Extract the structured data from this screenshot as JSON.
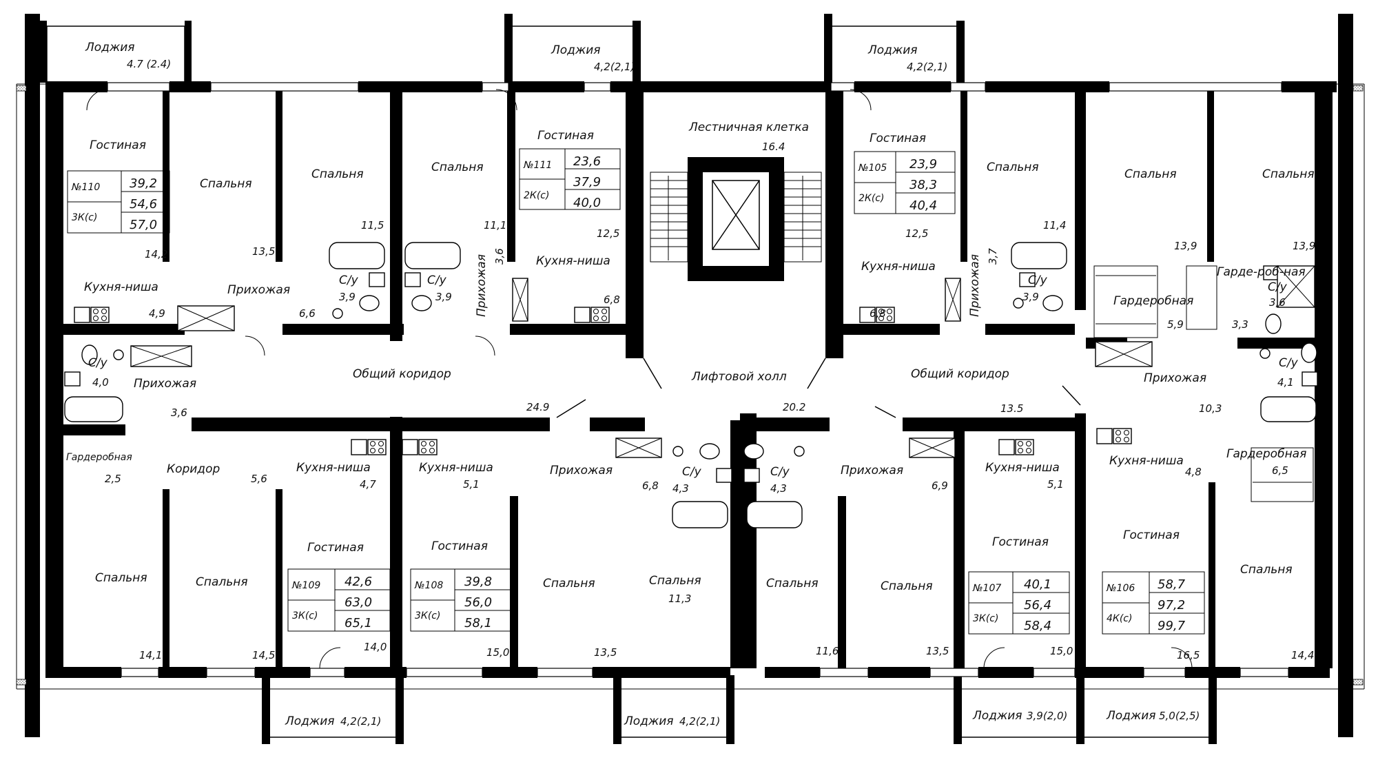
{
  "colors": {
    "wall": "#000000",
    "background": "#ffffff",
    "text": "#111111"
  },
  "apartments": [
    {
      "number": "№110",
      "type": "3К(с)",
      "living": "39,2",
      "total": "54,6",
      "gross": "57,0"
    },
    {
      "number": "№111",
      "type": "2К(с)",
      "living": "23,6",
      "total": "37,9",
      "gross": "40,0"
    },
    {
      "number": "№105",
      "type": "2К(с)",
      "living": "23,9",
      "total": "38,3",
      "gross": "40,4"
    },
    {
      "number": "№109",
      "type": "3К(с)",
      "living": "42,6",
      "total": "63,0",
      "gross": "65,1"
    },
    {
      "number": "№108",
      "type": "3К(с)",
      "living": "39,8",
      "total": "56,0",
      "gross": "58,1"
    },
    {
      "number": "№107",
      "type": "3К(с)",
      "living": "40,1",
      "total": "56,4",
      "gross": "58,4"
    },
    {
      "number": "№106",
      "type": "4К(с)",
      "living": "58,7",
      "total": "97,2",
      "gross": "99,7"
    }
  ],
  "rooms": [
    {
      "name": "Лоджия",
      "area": "4.7 (2.4)"
    },
    {
      "name": "Лоджия",
      "area": "4,2(2,1)"
    },
    {
      "name": "Лоджия",
      "area": "4,2(2,1)"
    },
    {
      "name": "Гостиная",
      "area": "14,2"
    },
    {
      "name": "Спальня",
      "area": "13,5"
    },
    {
      "name": "Спальня",
      "area": "11,5"
    },
    {
      "name": "Спальня",
      "area": "11,1"
    },
    {
      "name": "Гостиная",
      "area": "12,5"
    },
    {
      "name": "Лестничная клетка",
      "area": "16.4"
    },
    {
      "name": "Гостиная",
      "area": "12,5"
    },
    {
      "name": "Спальня",
      "area": "11,4"
    },
    {
      "name": "Спальня",
      "area": "13,9"
    },
    {
      "name": "Спальня",
      "area": "13,9"
    },
    {
      "name": "Кухня-ниша",
      "area": "4,9"
    },
    {
      "name": "Прихожая",
      "area": "6,6"
    },
    {
      "name": "С/у",
      "area": "3,9"
    },
    {
      "name": "С/у",
      "area": "3,9"
    },
    {
      "name": "Прихожая",
      "area": "3,6"
    },
    {
      "name": "Кухня-ниша",
      "area": "6,8"
    },
    {
      "name": "Кухня-ниша",
      "area": "6,8"
    },
    {
      "name": "Прихожая",
      "area": "3,7"
    },
    {
      "name": "С/у",
      "area": "3,9"
    },
    {
      "name": "Гардеробная",
      "area": "5,9"
    },
    {
      "name": "Гарде-роб-ная",
      "area": "3,3"
    },
    {
      "name": "С/у",
      "area": "3,6"
    },
    {
      "name": "С/у",
      "area": "4,0"
    },
    {
      "name": "Прихожая",
      "area": "3,6"
    },
    {
      "name": "Общий коридор",
      "area": "24.9"
    },
    {
      "name": "Лифтовой холл",
      "area": "20.2"
    },
    {
      "name": "Общий коридор",
      "area": "13.5"
    },
    {
      "name": "Прихожая",
      "area": "10,3"
    },
    {
      "name": "С/у",
      "area": "4,1"
    },
    {
      "name": "Гардеробная",
      "area": "2,5"
    },
    {
      "name": "Коридор",
      "area": "5,6"
    },
    {
      "name": "Кухня-ниша",
      "area": "4,7"
    },
    {
      "name": "Кухня-ниша",
      "area": "5,1"
    },
    {
      "name": "Прихожая",
      "area": "6,8"
    },
    {
      "name": "С/у",
      "area": "4,3"
    },
    {
      "name": "С/у",
      "area": "4,3"
    },
    {
      "name": "Прихожая",
      "area": "6,9"
    },
    {
      "name": "Кухня-ниша",
      "area": "5,1"
    },
    {
      "name": "Кухня-ниша",
      "area": "4,8"
    },
    {
      "name": "Гардеробная",
      "area": "6,5"
    },
    {
      "name": "Спальня",
      "area": "14,1"
    },
    {
      "name": "Спальня",
      "area": "14,5"
    },
    {
      "name": "Гостиная",
      "area": "14,0"
    },
    {
      "name": "Гостиная",
      "area": "15,0"
    },
    {
      "name": "Спальня",
      "area": "13,5"
    },
    {
      "name": "Спальня",
      "area": "11,3"
    },
    {
      "name": "Спальня",
      "area": "11,6"
    },
    {
      "name": "Спальня",
      "area": "13,5"
    },
    {
      "name": "Гостиная",
      "area": "15,0"
    },
    {
      "name": "Гостиная",
      "area": "16,5"
    },
    {
      "name": "Спальня",
      "area": "14,4"
    },
    {
      "name": "Лоджия",
      "area": "4,2(2,1)"
    },
    {
      "name": "Лоджия",
      "area": "4,2(2,1)"
    },
    {
      "name": "Лоджия",
      "area": "3,9(2,0)"
    },
    {
      "name": "Лоджия",
      "area": "5,0(2,5)"
    }
  ]
}
